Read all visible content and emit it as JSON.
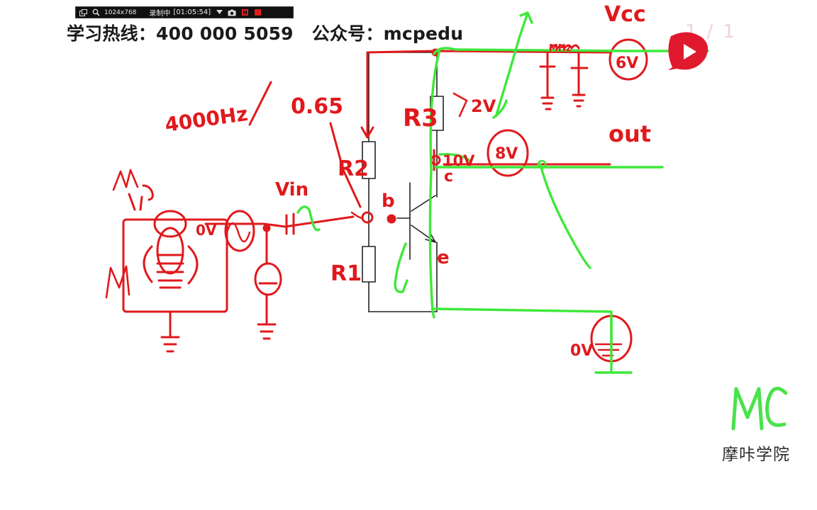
{
  "recorder": {
    "resolution": "1024x768",
    "status": "录制中",
    "time": "[01:05:54]"
  },
  "header": {
    "hotline_label": "学习热线：",
    "hotline_number": "400 000 5059",
    "account_label": "公众号：",
    "account_name": "mcpedu"
  },
  "player": {
    "page_current": "1",
    "page_separator": "/",
    "page_total": "1",
    "play_icon": "play-icon"
  },
  "diagram_labels": {
    "vcc": "Vcc",
    "volt_6v": "6V",
    "volt_2v": "2V",
    "volt_10v": "10V",
    "volt_8v": "8V",
    "volt_0v_ground": "0V",
    "volt_0v_source": "0V",
    "out": "out",
    "freq": "4000Hz",
    "v065": "0.65",
    "r3": "R3",
    "r2": "R2",
    "r1": "R1",
    "node_b": "b",
    "node_c": "c",
    "node_e": "e",
    "vin": "Vin",
    "mhz": "MHz",
    "mic": "M"
  },
  "colors": {
    "ink_red": "#e0191c",
    "ink_green": "#3ee83a",
    "circuit_black": "#222222",
    "play_red": "#e0192f",
    "logo_green": "#49e24a"
  },
  "logo": {
    "mark": "MC",
    "name": "摩咔学院"
  }
}
